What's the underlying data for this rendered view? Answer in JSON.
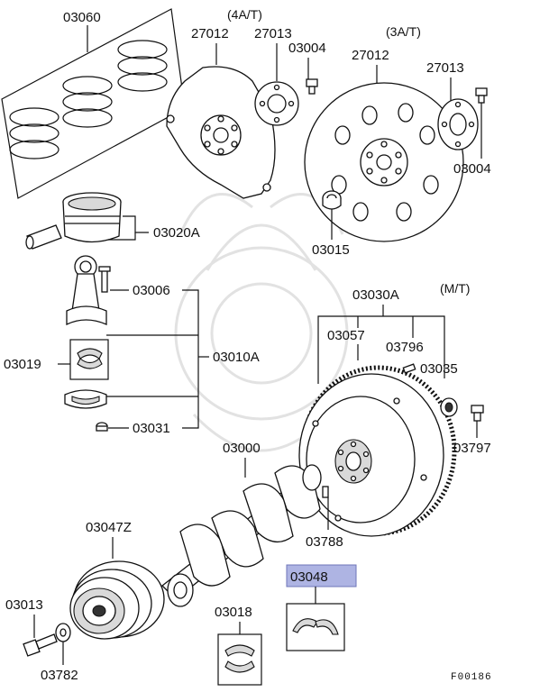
{
  "diagram": {
    "variant_4at": "(4A/T)",
    "variant_3at": "(3A/T)",
    "variant_mt": "(M/T)",
    "ref_code": "F00186",
    "highlight_color": "#aeb4e3",
    "labels": {
      "p03060": "03060",
      "p27012_4at": "27012",
      "p27013_4at": "27013",
      "p03004_top": "03004",
      "p27012_3at": "27012",
      "p27013_3at": "27013",
      "p03004_right": "03004",
      "p03015": "03015",
      "p03020a": "03020A",
      "p03006": "03006",
      "p03019": "03019",
      "p03010a": "03010A",
      "p03031": "03031",
      "p03030a": "03030A",
      "p03057": "03057",
      "p03796": "03796",
      "p03035": "03035",
      "p03797": "03797",
      "p03000": "03000",
      "p03788": "03788",
      "p03047z": "03047Z",
      "p03048": "03048",
      "p03013": "03013",
      "p03018": "03018",
      "p03782": "03782"
    }
  }
}
